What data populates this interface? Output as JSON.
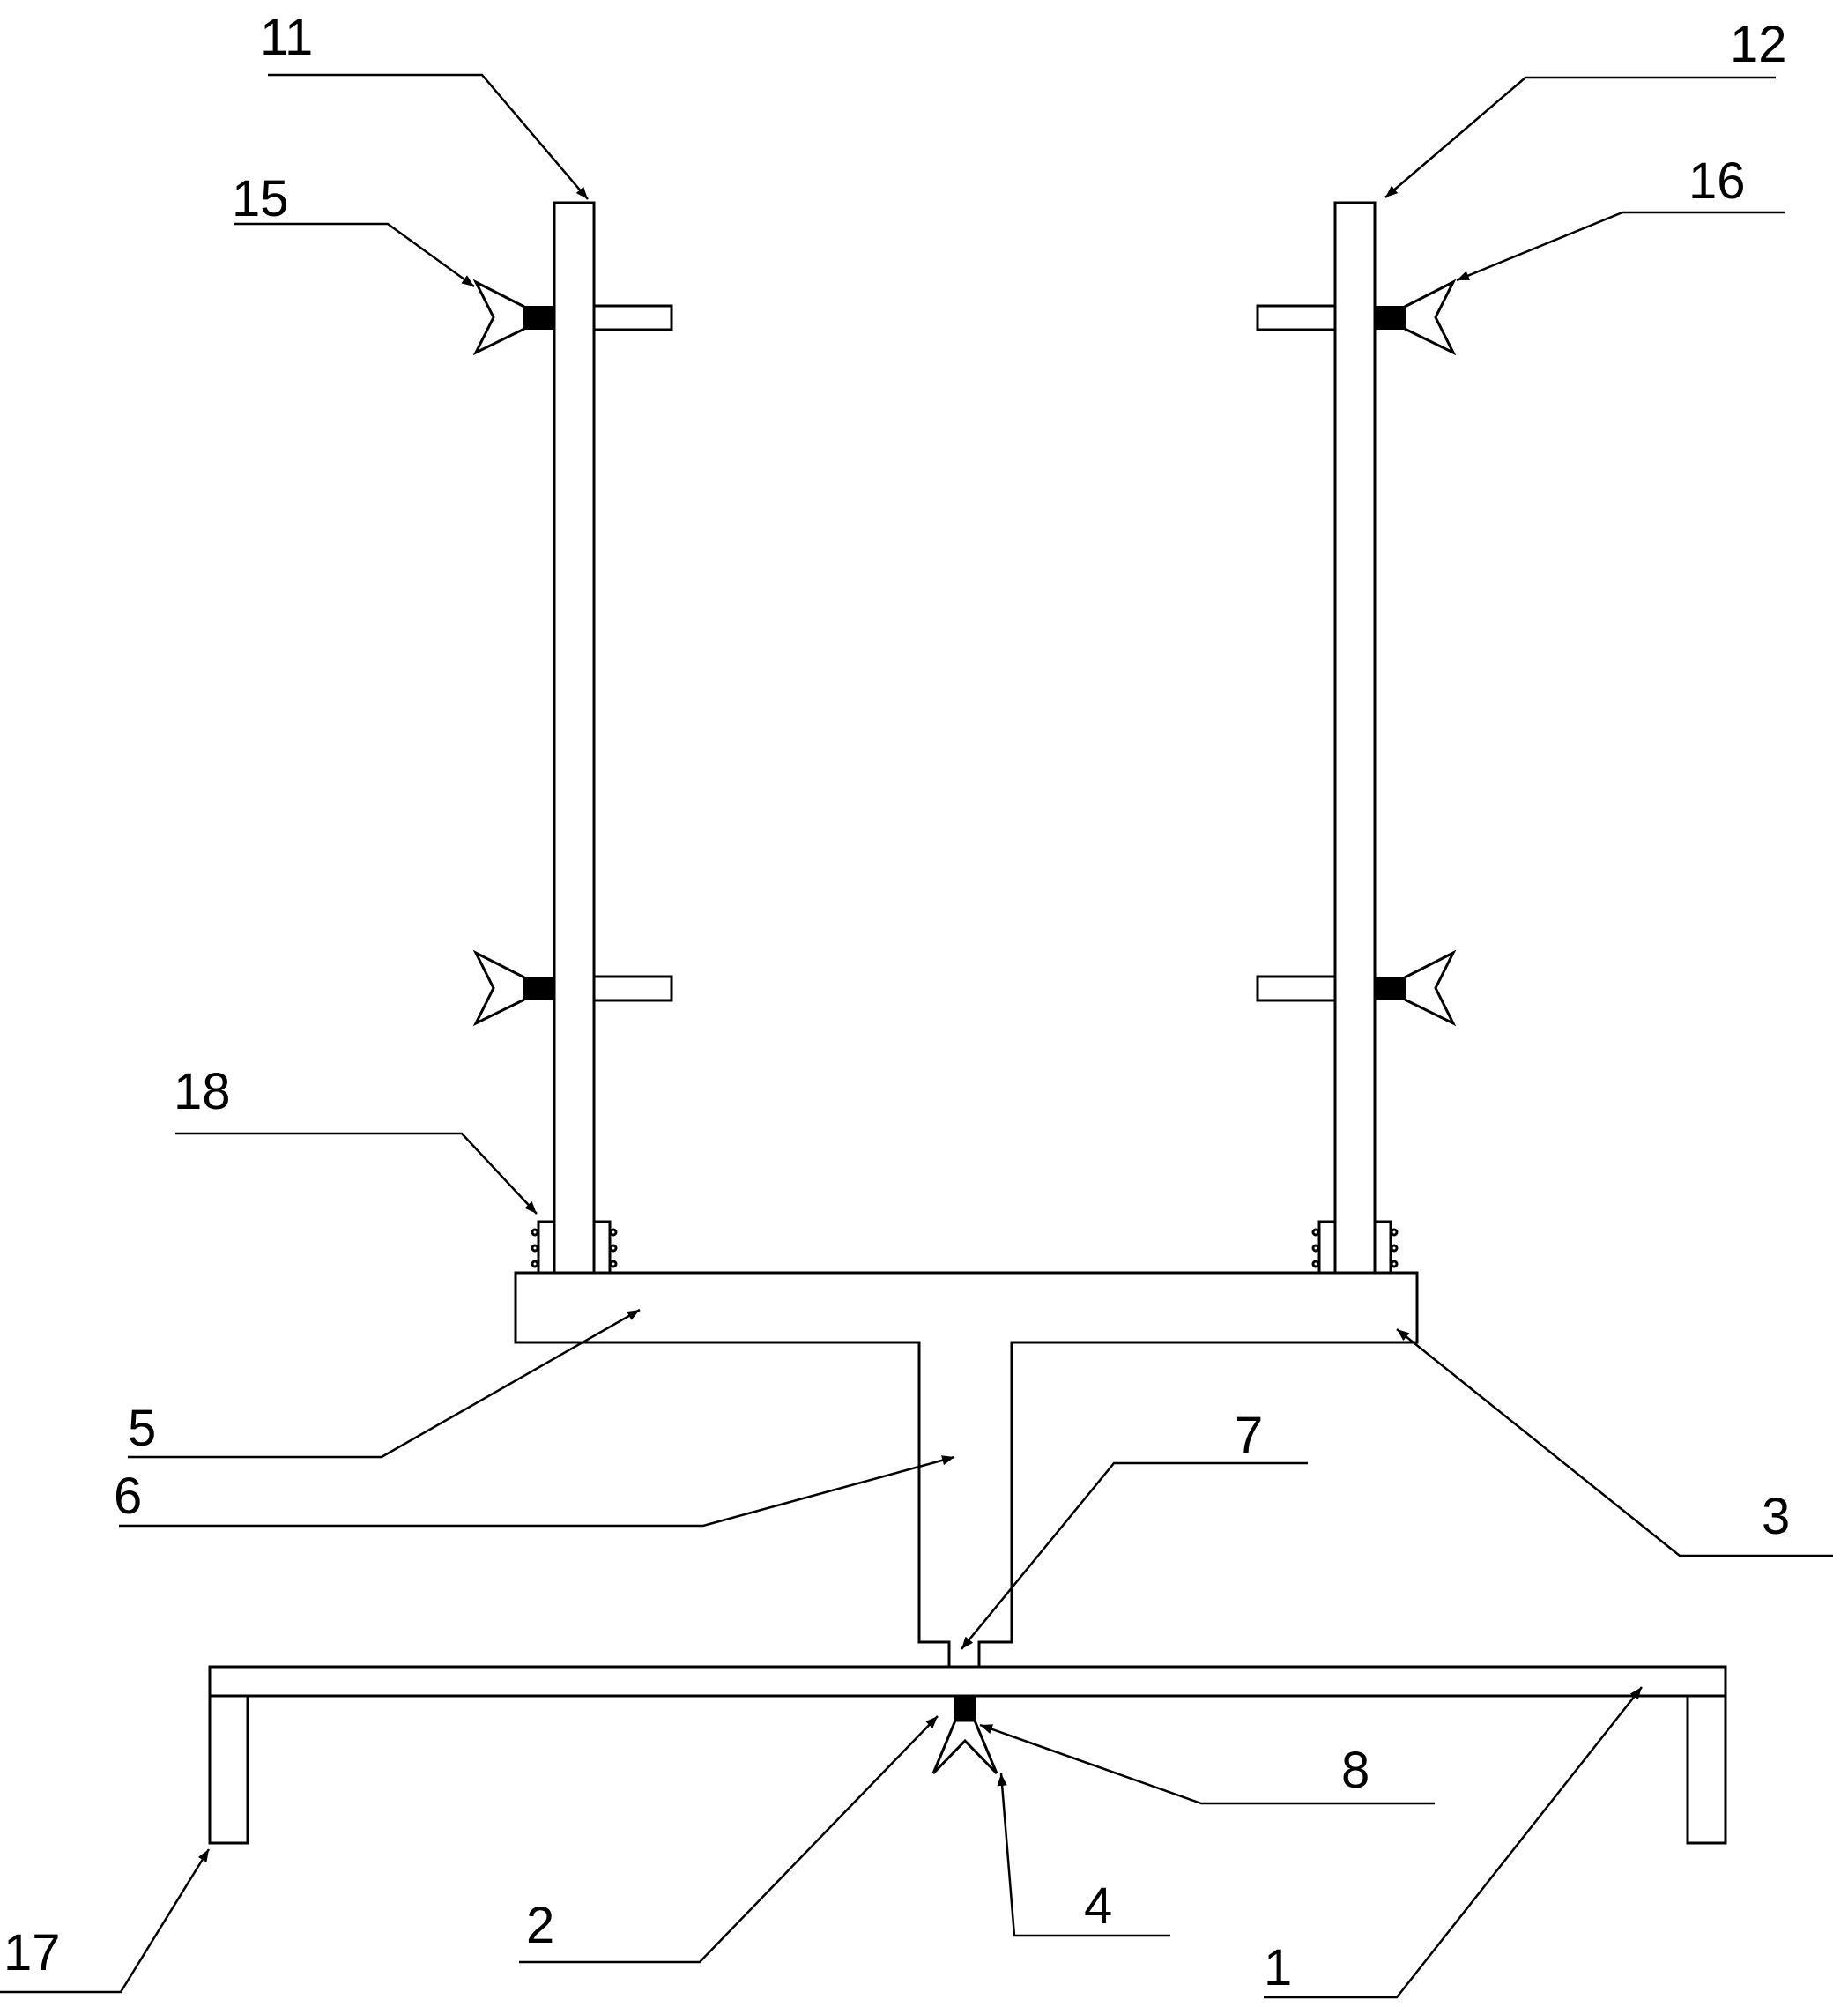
{
  "labels": {
    "1": "1",
    "2": "2",
    "3": "3",
    "4": "4",
    "5": "5",
    "6": "6",
    "7": "7",
    "8": "8",
    "11": "11",
    "12": "12",
    "15": "15",
    "16": "16",
    "17": "17",
    "18": "18"
  }
}
